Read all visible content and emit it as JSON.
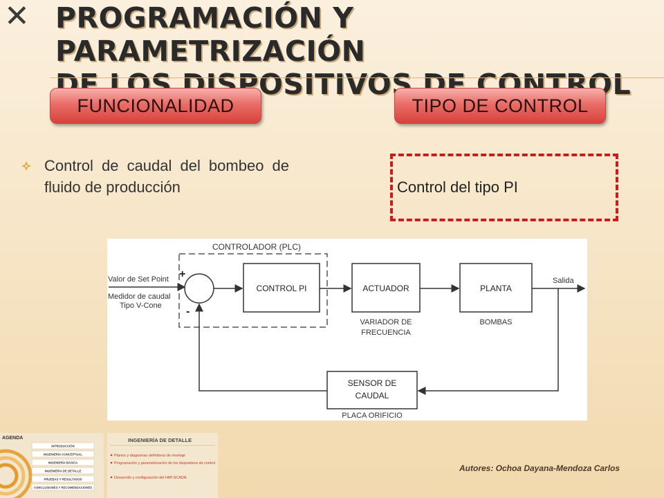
{
  "slide": {
    "title_line1": "Programación y parametrización",
    "title_line2": "de los dispositivos de control"
  },
  "sections": {
    "funcionalidad_label": "FUNCIONALIDAD",
    "tipo_label": "TIPO DE CONTROL"
  },
  "bullet": {
    "text": "Control de caudal del bombeo de fluido de producción"
  },
  "tipo_box": {
    "text": "Control del tipo PI"
  },
  "diagram": {
    "controller_label": "CONTROLADOR (PLC)",
    "setpoint_label": "Valor de Set Point",
    "meter_line1": "Medidor de caudal",
    "meter_line2": "Tipo V-Cone",
    "plus_sign": "+",
    "minus_sign": "-",
    "control_block": "CONTROL PI",
    "actuator_block": "ACTUADOR",
    "actuator_sub1": "VARIADOR DE",
    "actuator_sub2": "FRECUENCIA",
    "plant_block": "PLANTA",
    "plant_sub": "BOMBAS",
    "output_label": "Salida",
    "sensor_line1": "SENSOR DE",
    "sensor_line2": "CAUDAL",
    "sensor_sub": "PLACA ORIFICIO"
  },
  "thumb_agenda": {
    "title": "AGENDA",
    "items": [
      "INTRODUCCIÓN",
      "INGENIERÍA CONCEPTUAL",
      "INGENIERÍA BÁSICA",
      "INGENIERÍA DE DETALLE",
      "PRUEBAS Y RESULTADOS",
      "CONCLUSIONES Y RECOMENDACIONES"
    ]
  },
  "thumb_detalle": {
    "title": "INGENIERÍA DE DETALLE",
    "items": [
      "Planos y diagramas definitivos de montaje",
      "Programación y parametrización de los dispositivos de control",
      "Desarrollo y configuración del HMI SCADA"
    ]
  },
  "footer": {
    "authors": "Autores: Ochoa Dayana-Mendoza Carlos"
  },
  "colors": {
    "accent_red": "#d8423d",
    "dash_red": "#c91d1d",
    "background": "#f7e6c8"
  }
}
